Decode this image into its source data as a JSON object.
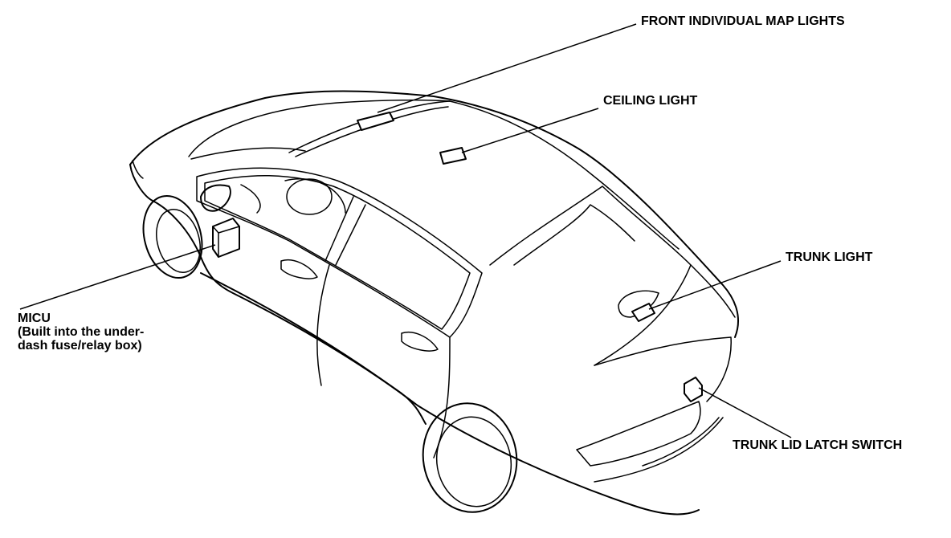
{
  "labels": {
    "front_map_lights": "FRONT INDIVIDUAL MAP LIGHTS",
    "ceiling_light": "CEILING LIGHT",
    "trunk_light": "TRUNK LIGHT",
    "micu_title": "MICU",
    "micu_line1": "(Built into the under-",
    "micu_line2": "dash fuse/relay box)",
    "trunk_lid_latch_switch": "TRUNK LID LATCH SWITCH"
  }
}
